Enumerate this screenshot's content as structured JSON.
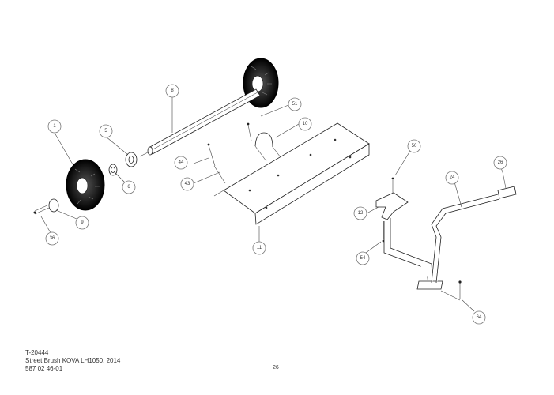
{
  "footer": {
    "drawing_id": "T-20444",
    "title": "Street Brush KOVA LH1050, 2014",
    "part_number": "587 02 46-01",
    "page_number": "26"
  },
  "callouts": {
    "c1": "1",
    "c5": "5",
    "c6": "6",
    "c8": "8",
    "c9": "9",
    "c10": "10",
    "c11": "11",
    "c12": "12",
    "c24": "24",
    "c26": "26",
    "c36": "36",
    "c43": "43",
    "c44": "44",
    "c50": "50",
    "c51": "51",
    "c54": "54",
    "c64": "64"
  }
}
